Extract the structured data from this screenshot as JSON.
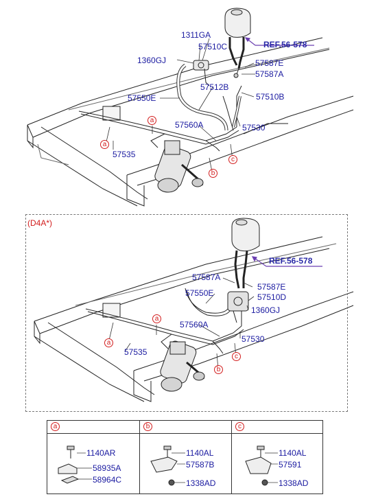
{
  "upper_labels": {
    "ref": "REF.56-578",
    "p1311GA": "1311GA",
    "p57510C": "57510C",
    "p1360GJ": "1360GJ",
    "p57587E": "57587E",
    "p57587A": "57587A",
    "p57512B": "57512B",
    "p57510B": "57510B",
    "p57550E": "57550E",
    "p57560A": "57560A",
    "p57530": "57530",
    "p57535": "57535"
  },
  "lower_labels": {
    "variant": "(D4A*)",
    "ref": "REF.56-578",
    "p57587A": "57587A",
    "p57587E": "57587E",
    "p57550E": "57550E",
    "p57510D": "57510D",
    "p1360GJ": "1360GJ",
    "p57560A": "57560A",
    "p57530": "57530",
    "p57535": "57535"
  },
  "callouts": {
    "a": "a",
    "b": "b",
    "c": "c"
  },
  "legend": {
    "a": {
      "key": "a",
      "parts": [
        "1140AR",
        "58935A",
        "58964C"
      ]
    },
    "b": {
      "key": "b",
      "parts": [
        "1140AL",
        "57587B",
        "1338AD"
      ]
    },
    "c": {
      "key": "c",
      "parts": [
        "1140AL",
        "57591",
        "1338AD"
      ]
    }
  },
  "colors": {
    "part_text": "#1a1aa0",
    "callout": "#d21c1c",
    "ref_arrow": "#6a3fb0",
    "line": "#222222"
  }
}
